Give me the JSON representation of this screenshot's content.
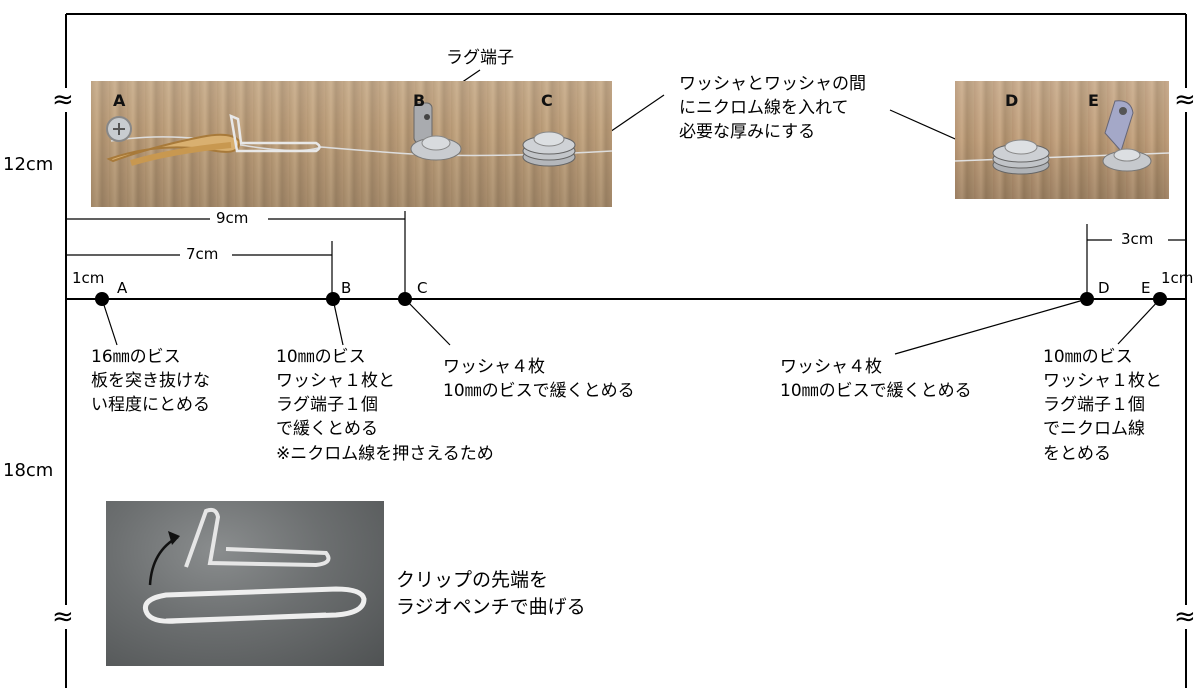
{
  "photos": {
    "top_left": {
      "labels": {
        "a": "A",
        "b": "B",
        "c": "C"
      }
    },
    "top_right": {
      "labels": {
        "d": "D",
        "e": "E"
      }
    }
  },
  "callouts": {
    "lug_terminal": "ラグ端子",
    "washer_gap": "ワッシャとワッシャの間\nにニクロム線を入れて\n必要な厚みにする",
    "clip_bend": "クリップの先端を\nラジオペンチで曲げる"
  },
  "board": {
    "height_upper": "12cm",
    "height_lower": "18cm",
    "break_mark": "≈"
  },
  "dimensions": {
    "dim_9cm": "9cm",
    "dim_7cm": "7cm",
    "dim_3cm": "3cm",
    "dim_1cm_left": "1cm",
    "dim_1cm_right": "1cm"
  },
  "points": {
    "a": "A",
    "b": "B",
    "c": "C",
    "d": "D",
    "e": "E"
  },
  "notes": {
    "a": "16㎜のビス\n板を突き抜けな\nい程度にとめる",
    "b": "10㎜のビス\nワッシャ１枚と\nラグ端子１個\nで緩くとめる\n※ニクロム線を押さえるため",
    "c": "ワッシャ４枚\n10㎜のビスで緩くとめる",
    "d": "ワッシャ４枚\n10㎜のビスで緩くとめる",
    "e": "10㎜のビス\nワッシャ１枚と\nラグ端子１個\nでニクロム線\nをとめる"
  }
}
